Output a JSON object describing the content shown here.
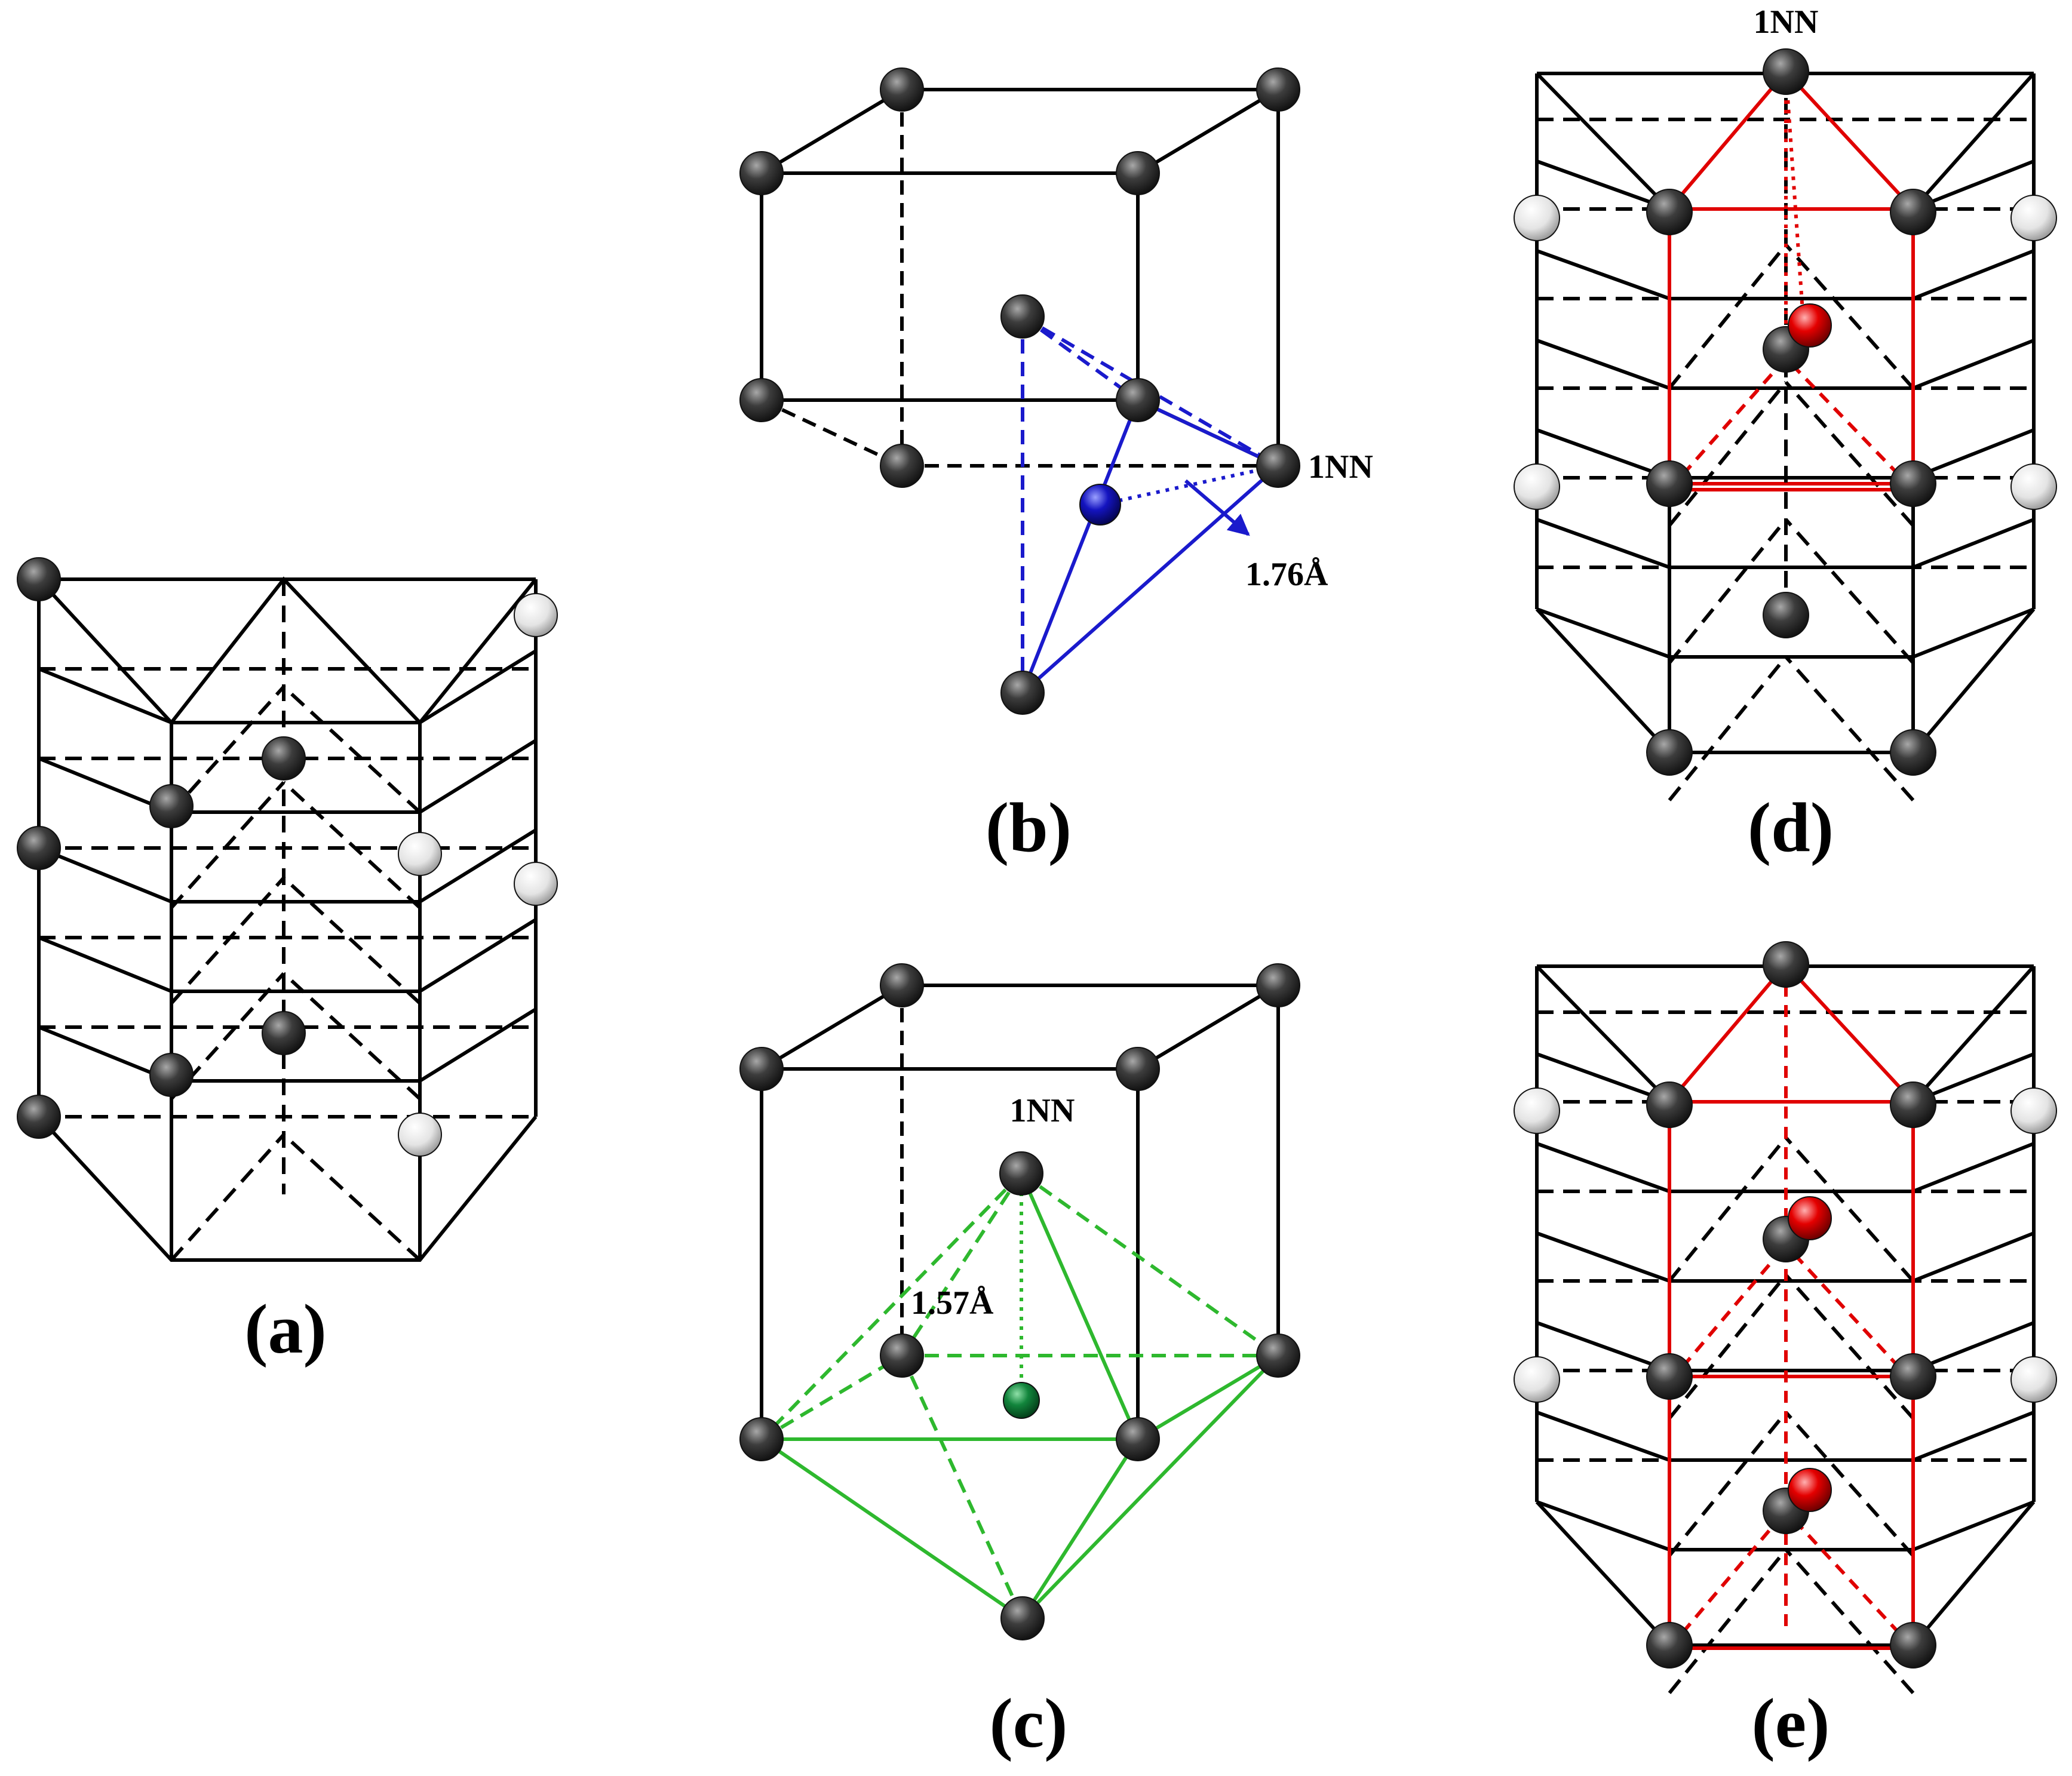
{
  "panels": {
    "a": {
      "label": "(a)"
    },
    "b": {
      "label": "(b)",
      "site_label": "1NN",
      "distance_label": "1.76Å"
    },
    "c": {
      "label": "(c)",
      "site_label": "1NN",
      "distance_label": "1.57Å"
    },
    "d": {
      "label": "(d)",
      "site_label": "1NN"
    },
    "e": {
      "label": "(e)"
    }
  },
  "colors": {
    "edge": "#000000",
    "host_atom": "#333333",
    "substitutional_atom": "#e8e8e8",
    "tetrahedral_solute": "#0a0aa0",
    "tetrahedral_edges": "#1a1acc",
    "octahedral_solute": "#0d7a35",
    "octahedral_edges": "#2eb82e",
    "basal_solute": "#e00000",
    "basal_edges": "#e00000"
  }
}
